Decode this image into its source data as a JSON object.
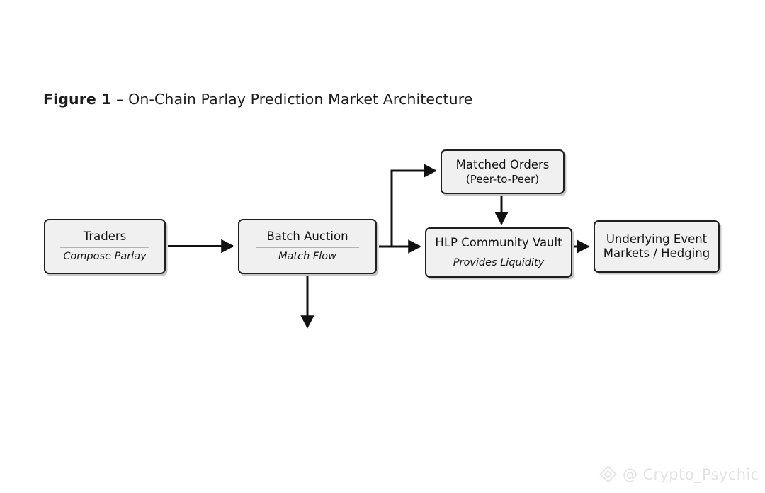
{
  "figure": {
    "label": "Figure 1",
    "dash": " – ",
    "title": "On-Chain Parlay Prediction Market Architecture"
  },
  "colors": {
    "background": "#ffffff",
    "box_fill": "#f0f0f0",
    "box_border": "#1f1f1f",
    "divider": "#b4b4b4",
    "arrow": "#111111",
    "text": "#121212",
    "watermark": "#e3e3e3"
  },
  "diagram": {
    "nodes": [
      {
        "id": "traders",
        "title": "Traders",
        "subtitle": "Compose Parlay",
        "subtitle_style": "italic",
        "divider": true
      },
      {
        "id": "batch-auction",
        "title": "Batch Auction",
        "subtitle": "Match Flow",
        "subtitle_style": "italic",
        "divider": true
      },
      {
        "id": "matched-orders",
        "title": "Matched Orders",
        "subtitle": "(Peer-to-Peer)",
        "subtitle_style": "normal",
        "divider": false
      },
      {
        "id": "hlp-community-vault",
        "title": "HLP Community Vault",
        "subtitle": "Provides Liquidity",
        "subtitle_style": "italic",
        "divider": true
      },
      {
        "id": "underlying-event-markets",
        "title_line_1": "Underlying Event",
        "title_line_2": "Markets / Hedging",
        "subtitle": "",
        "divider": false
      }
    ],
    "edges": [
      {
        "id": "traders-to-batch",
        "from": "traders",
        "to": "batch-auction",
        "direction": "right"
      },
      {
        "id": "batch-to-matched",
        "from": "batch-auction",
        "to": "matched-orders",
        "direction": "up-right"
      },
      {
        "id": "batch-to-hlp",
        "from": "batch-auction",
        "to": "hlp-community-vault",
        "direction": "right"
      },
      {
        "id": "matched-to-hlp",
        "from": "matched-orders",
        "to": "hlp-community-vault",
        "direction": "down"
      },
      {
        "id": "hlp-to-underlying",
        "from": "hlp-community-vault",
        "to": "underlying-event-markets",
        "direction": "right"
      },
      {
        "id": "batch-downstream",
        "from": "batch-auction",
        "to": "",
        "direction": "down"
      }
    ]
  },
  "watermark": {
    "icon": "diamond-logo-icon",
    "text": "@ Crypto_Psychic"
  }
}
